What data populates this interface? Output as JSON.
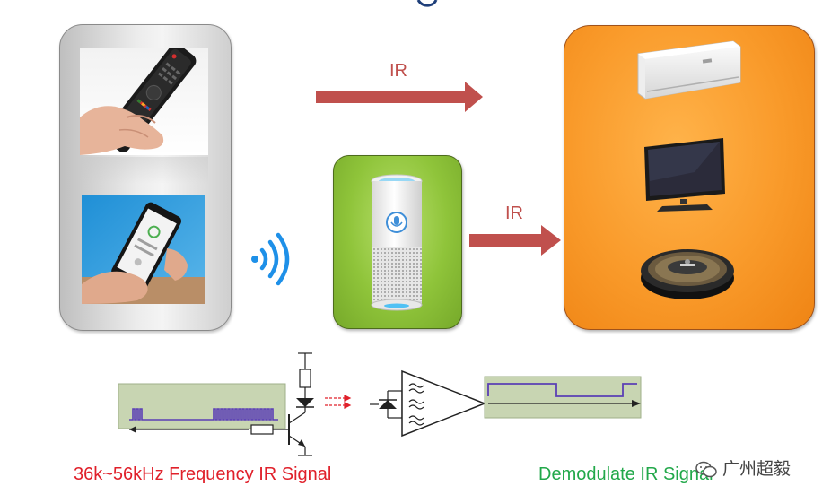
{
  "diagram": {
    "arrow_labels": [
      "IR",
      "IR"
    ],
    "caption_left": "36k~56kHz Frequency IR Signal",
    "caption_right": "Demodulate IR Signal",
    "watermark": "广州超毅"
  },
  "colors": {
    "arrow": "#c0504d",
    "left_panel": "#d9d9d9",
    "speaker_panel": "#92c83e",
    "orange_panel": "#f99a2a",
    "signal_box": "#c8d5b2",
    "signal_pulse": "#5b3fb5",
    "caption_left": "#e0202a",
    "caption_right": "#22a84a"
  },
  "icons": {
    "source_devices": [
      "remote-control-photo",
      "smartphone-remote-photo"
    ],
    "wireless": "wifi-signal-icon",
    "hub": "smart-speaker-icon",
    "targets": [
      "air-conditioner-icon",
      "television-icon",
      "robot-vacuum-icon"
    ]
  }
}
